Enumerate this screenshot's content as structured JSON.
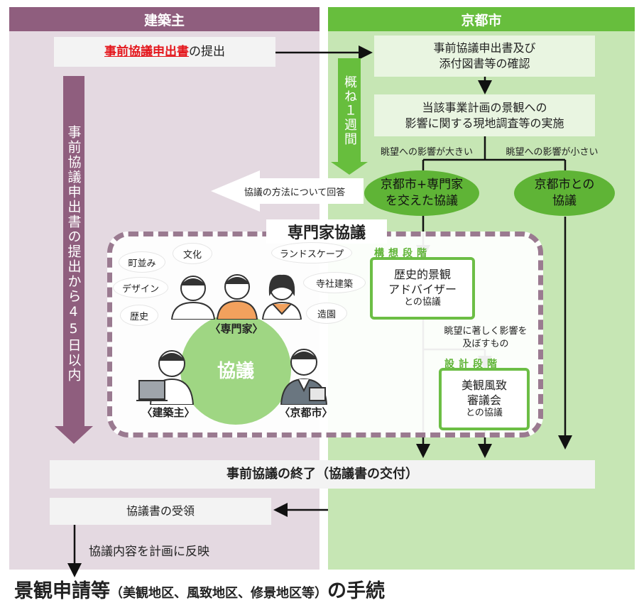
{
  "columns": {
    "left": "建築主",
    "right": "京都市"
  },
  "submit": {
    "highlight": "事前協議申出書",
    "rest": "の提出"
  },
  "vertical_left": "事前協議申出書の提出から45日以内",
  "vertical_right": "概ね１週間",
  "boxes": {
    "confirm": [
      "事前協議申出書及び",
      "添付図書等の確認"
    ],
    "survey": [
      "当該事業計画の景観への",
      "影響に関する現地調査等の実施"
    ],
    "end": "事前協議の終了（協議書の交付）",
    "receive": "協議書の受領",
    "reflect": "協議内容を計画に反映"
  },
  "branch": {
    "large": "眺望への影響が大きい",
    "small": "眺望への影響が小さい"
  },
  "ellipses": {
    "expert": [
      "京都市+専門家",
      "を交えた協議"
    ],
    "city": [
      "京都市との",
      "協議"
    ]
  },
  "answer_arrow": "協議の方法について回答",
  "expert_panel": {
    "title": "専門家協議",
    "topics": [
      "町並み",
      "文化",
      "ランドスケープ",
      "デザイン",
      "寺社建築",
      "歴史",
      "造園"
    ],
    "center": "協議",
    "roles": {
      "expert": "〈専門家〉",
      "owner": "〈建築主〉",
      "city": "〈京都市〉"
    }
  },
  "stages": {
    "concept": "構想段階",
    "design": "設計段階",
    "advisor": {
      "lines": [
        "歴史的景観",
        "アドバイザー"
      ],
      "sub": "との協議"
    },
    "significant": [
      "眺望に著しく影響を",
      "及ぼすもの"
    ],
    "council": {
      "lines": [
        "美観風致",
        "審議会"
      ],
      "sub": "との協議"
    }
  },
  "footer": {
    "main_a": "景観申請等",
    "paren": "（美観地区、風致地区、修景地区等）",
    "main_b": "の手続"
  },
  "colors": {
    "left_bg": "#e4d9e1",
    "left_header": "#8f5e7e",
    "right_bg": "#c6e6b4",
    "right_header": "#67be3d",
    "ellipse": "#5fb436",
    "highlight": "#e4161c"
  }
}
